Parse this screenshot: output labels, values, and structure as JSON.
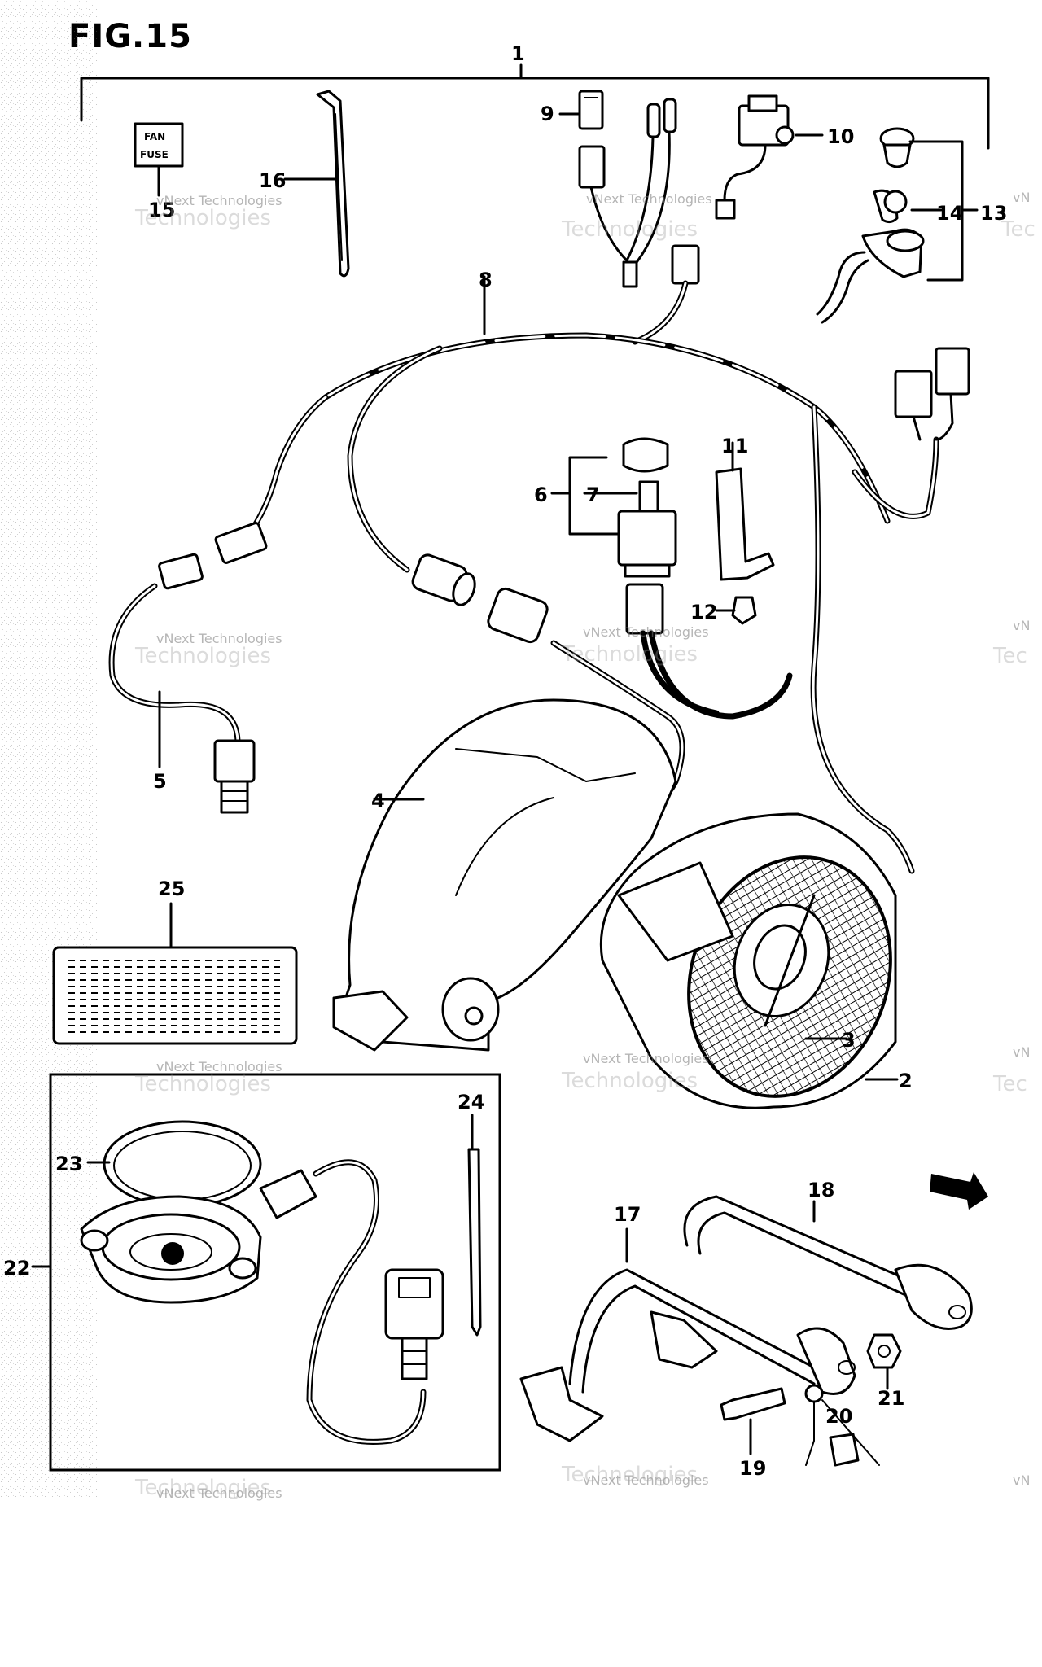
{
  "figure": {
    "title": "FIG.15"
  },
  "callouts": [
    "1",
    "2",
    "3",
    "4",
    "5",
    "6",
    "7",
    "8",
    "9",
    "10",
    "11",
    "12",
    "13",
    "14",
    "15",
    "16",
    "17",
    "18",
    "19",
    "20",
    "21",
    "22",
    "23",
    "24",
    "25"
  ],
  "fuse_label": {
    "line1": "FAN",
    "line2": "FUSE"
  },
  "watermark": {
    "line1": "vNext Technologies",
    "line2": "Technologies",
    "short1": "vN",
    "short2": "Tec"
  }
}
